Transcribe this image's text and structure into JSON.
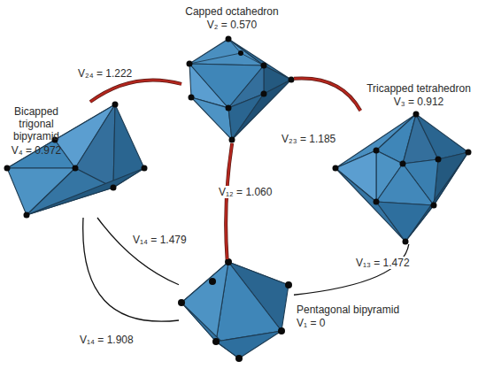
{
  "diagram": {
    "nodes": [
      {
        "text": [
          "Capped octahedron",
          "V₂ = 0.570"
        ]
      },
      {
        "text": [
          "Tricapped tetrahedron",
          "V₃ = 0.912"
        ]
      },
      {
        "text": [
          "Bicapped trigonal bipyramid",
          "V₄ = 0.972"
        ]
      },
      {
        "text": [
          "Pentagonal bipyramid",
          "V₁ = 0"
        ]
      }
    ],
    "edges": [
      {
        "from": 0,
        "to": 2,
        "arrow": "none",
        "label": "V₂₄ = 1.222"
      },
      {
        "from": 0,
        "to": 1,
        "arrow": "none",
        "label": "V₂₃ = 1.185"
      },
      {
        "from": 0,
        "to": 3,
        "arrow": "none",
        "label": "V₁₂ = 1.060"
      },
      {
        "from": 2,
        "to": 3,
        "arrow": "none",
        "label": "V₁₄ = 1.479"
      },
      {
        "from": 1,
        "to": 3,
        "arrow": "none",
        "label": "V₁₃ = 1.472"
      },
      {
        "from": 2,
        "to": 3,
        "arrow": "none",
        "label": "V₁₄ = 1.908"
      }
    ]
  }
}
